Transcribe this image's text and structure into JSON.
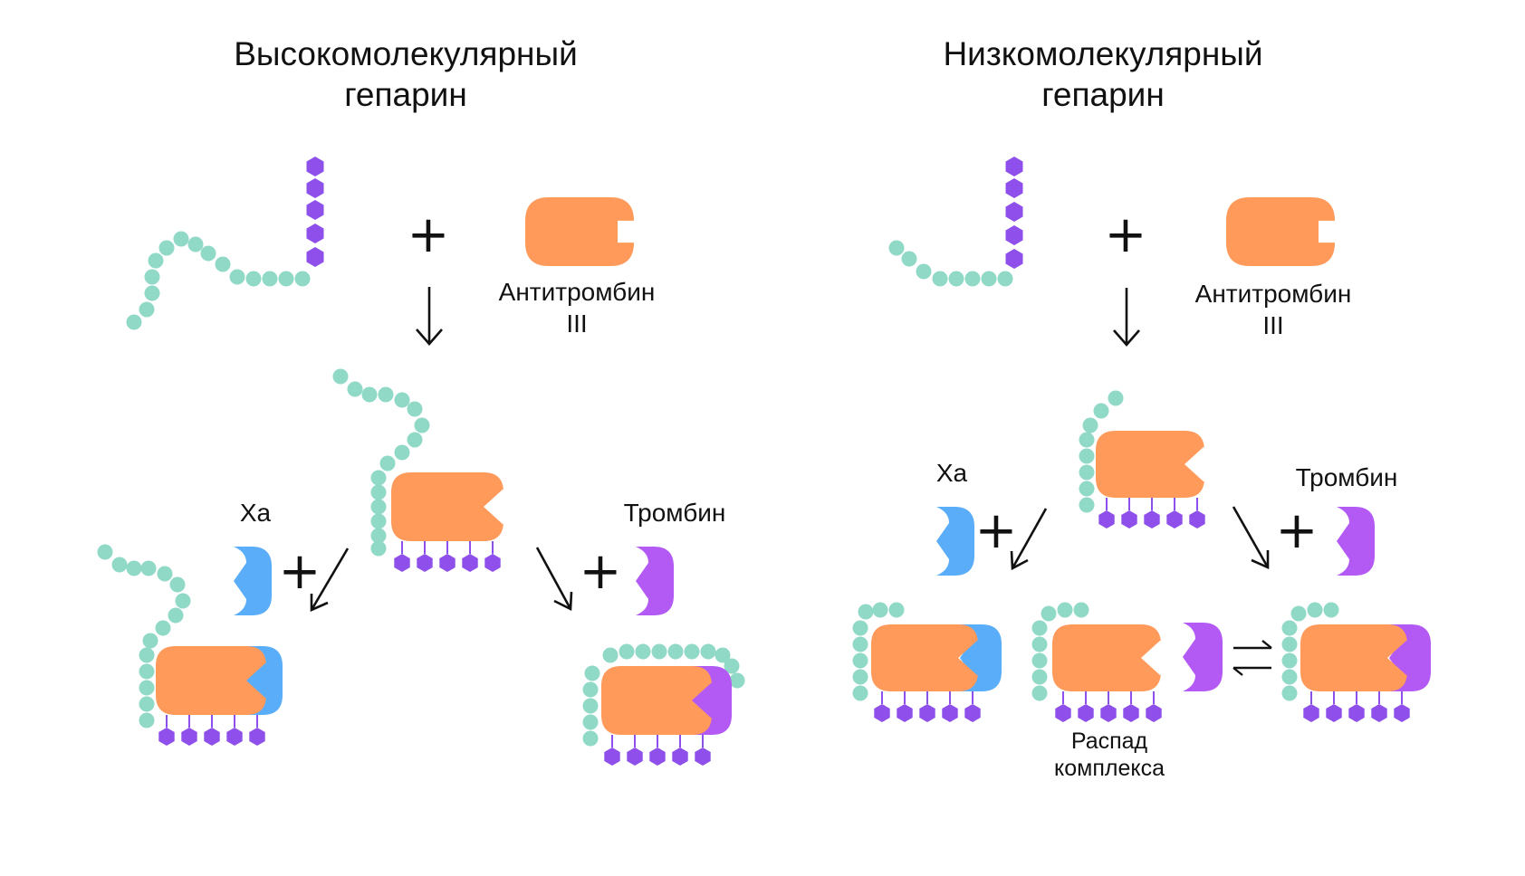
{
  "colors": {
    "chain_bead": "#8FD9C6",
    "pentasaccharide": "#8E4FEA",
    "antithrombin": "#FF9A5A",
    "factor_xa": "#5AADF8",
    "thrombin": "#B35AF5",
    "text": "#111111"
  },
  "left": {
    "title_line1": "Высокомолекулярный",
    "title_line2": "гепарин",
    "antithrombin_line1": "Антитромбин",
    "antithrombin_line2": "III",
    "xa_label": "Xa",
    "thrombin_label": "Тромбин",
    "plus_sign": "+"
  },
  "right": {
    "title_line1": "Низкомолекулярный",
    "title_line2": "гепарин",
    "antithrombin_line1": "Антитромбин",
    "antithrombin_line2": "III",
    "xa_label": "Xa",
    "thrombin_label": "Тромбин",
    "plus_sign": "+",
    "decay_line1": "Распад",
    "decay_line2": "комплекса"
  },
  "icons": {
    "down_arrow": "arrow-down-icon",
    "diag_left_arrow": "arrow-down-left-icon",
    "diag_right_arrow": "arrow-down-right-icon",
    "equilibrium": "equilibrium-arrows-icon"
  }
}
